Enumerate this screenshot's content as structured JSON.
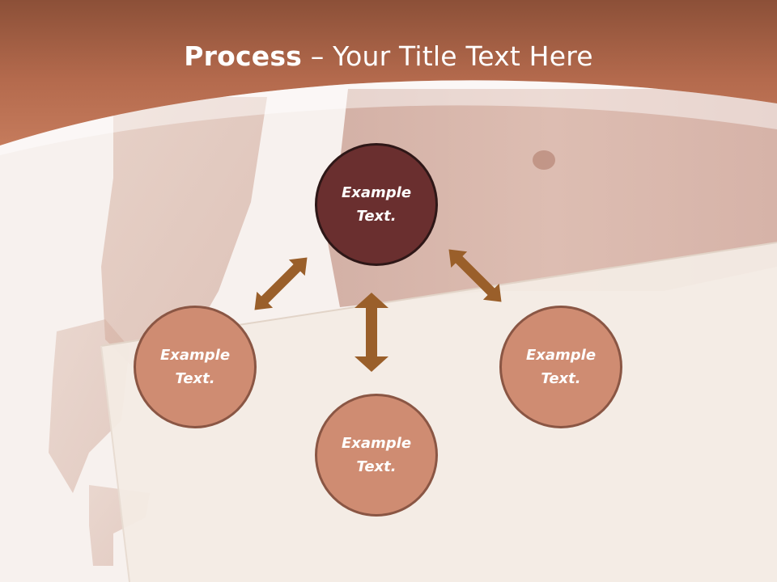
{
  "slide": {
    "title_bold": "Process",
    "title_rest": " – Your Title Text Here"
  },
  "diagram": {
    "center": {
      "label": "Example\nText."
    },
    "left": {
      "label": "Example\nText."
    },
    "right": {
      "label": "Example\nText."
    },
    "bottom": {
      "label": "Example\nText."
    }
  },
  "colors": {
    "header": "#b86a4c",
    "center_node": "#6a2f2f",
    "outer_node": "#cf8c72",
    "arrow": "#9a5f2a"
  }
}
